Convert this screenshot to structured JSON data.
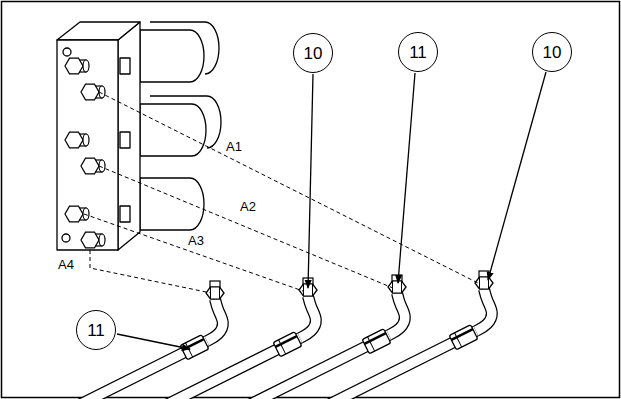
{
  "diagram": {
    "nodes": [
      {
        "text": [
          "10"
        ]
      },
      {
        "text": [
          "11"
        ]
      },
      {
        "text": [
          "10"
        ]
      },
      {
        "text": [
          "11"
        ]
      }
    ],
    "labels": [
      "A1",
      "A2",
      "A3",
      "A4"
    ]
  }
}
